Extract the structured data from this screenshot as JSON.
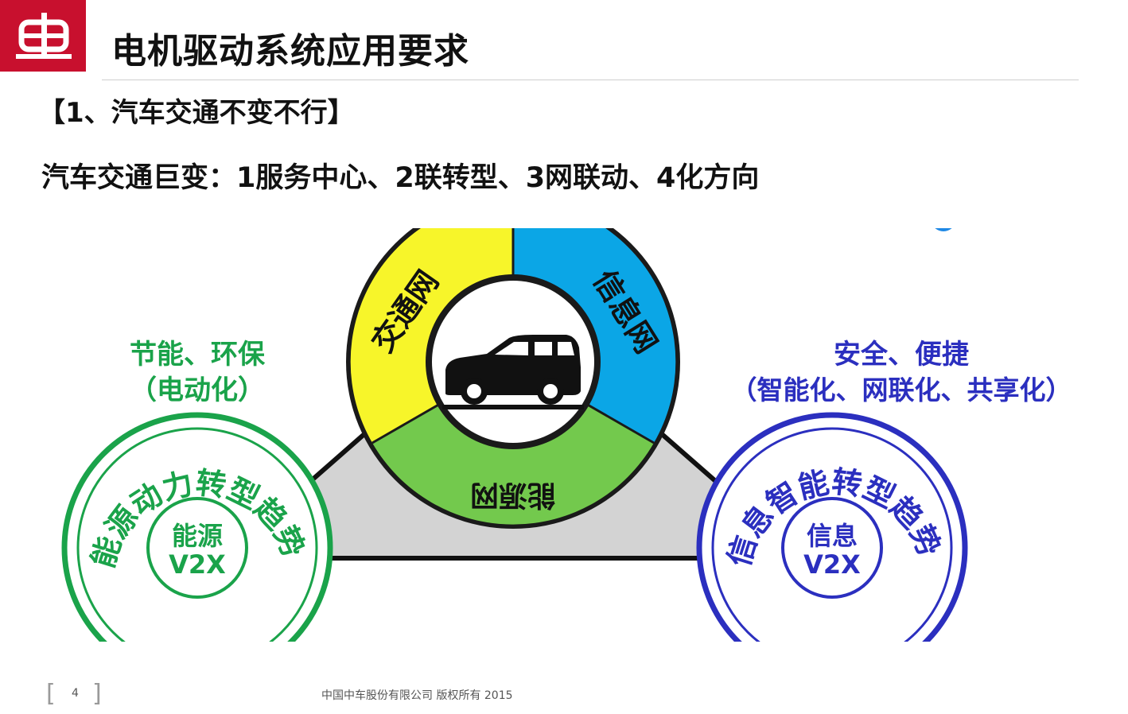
{
  "header": {
    "title": "电机驱动系统应用要求",
    "logo_name": "crrc-logo",
    "logo_color": "#c8102e"
  },
  "section": {
    "heading": "【1、汽车交通不变不行】",
    "subheading": "汽车交通巨变：1服务中心、2联转型、3网联动、4化方向"
  },
  "diagram": {
    "segments": {
      "traffic": "交通网",
      "info": "信息网",
      "energy": "能源网"
    },
    "left_caption_line1": "节能、环保",
    "left_caption_line2": "（电动化）",
    "right_caption_line1": "安全、便捷",
    "right_caption_line2": "（智能化、网联化、共享化）",
    "left_ring_label": "能源动力转型趋势",
    "left_core_line1": "能源",
    "left_core_line2": "V2X",
    "right_ring_label": "信息智能转型趋势",
    "right_core_line1": "信息",
    "right_core_line2": "V2X",
    "center_icon": "car-icon",
    "colors": {
      "yellow": "#f7f52a",
      "blue": "#0ba6e6",
      "green": "#73c94d",
      "left_green": "#1aa34a",
      "right_blue": "#2b2fbf",
      "triangle": "#d3d3d3"
    }
  },
  "footer": {
    "bracket_left": "[",
    "bracket_right": "]",
    "page_number": "4",
    "copyright": "中国中车股份有限公司 版权所有 2015"
  }
}
